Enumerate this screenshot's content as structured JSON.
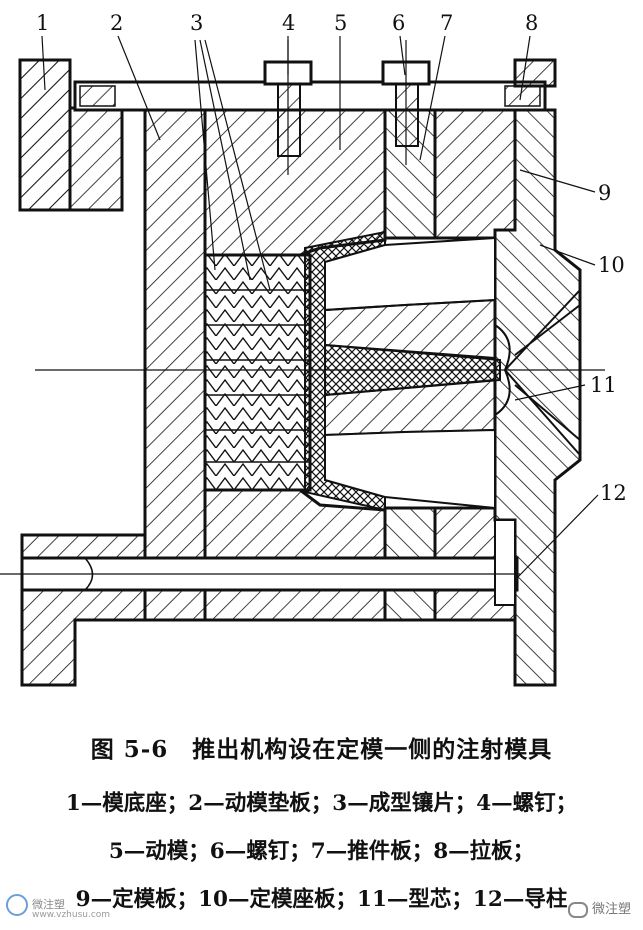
{
  "part_numbers": [
    "1",
    "2",
    "3",
    "4",
    "5",
    "6",
    "7",
    "8",
    "9",
    "10",
    "11",
    "12"
  ],
  "caption": {
    "title": "图 5-6　推出机构设在定模一侧的注射模具",
    "legend_line1": "1—模底座；2—动模垫板；3—成型镶片；4—螺钉；",
    "legend_line2": "5—动模；6—螺钉；7—推件板；8—拉板；",
    "legend_line3": "9—定模板；10—定模座板；11—型芯；12—导柱"
  },
  "watermarks": {
    "left": "微注塑",
    "left_url": "www.vzhusu.com",
    "right": "微注塑"
  }
}
